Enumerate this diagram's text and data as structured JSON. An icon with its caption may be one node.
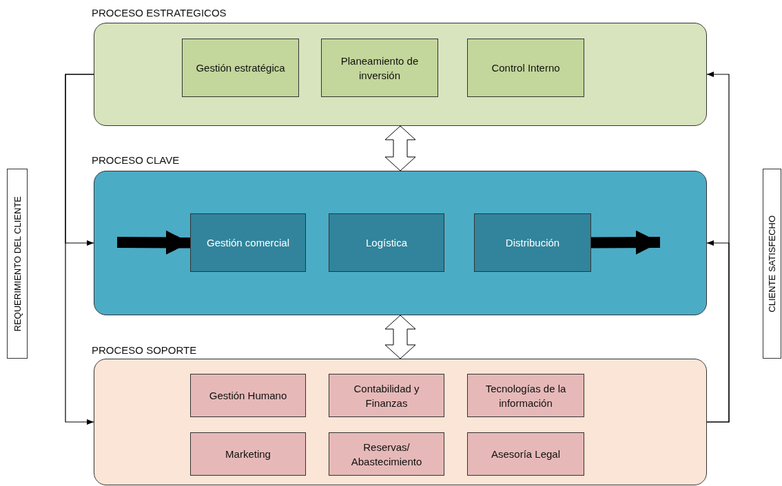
{
  "diagram": {
    "nodes": [
      {
        "text": [
          "PROCESO ESTRATEGICOS"
        ]
      },
      {
        "text": [
          "Gestión estratégica"
        ],
        "in": 0
      },
      {
        "text": [
          "Planeamiento de inversión"
        ],
        "in": 0
      },
      {
        "text": [
          "Control Interno"
        ],
        "in": 0
      },
      {
        "text": [
          "REQUERIMIENTO DEL CLIENTE"
        ]
      },
      {
        "text": [
          "PROCESO CLAVE"
        ]
      },
      {
        "text": [
          "Gestión comercial"
        ],
        "in": 5
      },
      {
        "text": [
          "Logística"
        ],
        "in": 5
      },
      {
        "text": [
          "Distribución"
        ],
        "in": 5
      },
      {
        "text": [
          "CLIENTE SATISFECHO"
        ]
      },
      {
        "text": [
          "PROCESO SOPORTE"
        ]
      },
      {
        "text": [
          "Gestión Humano"
        ],
        "in": 10
      },
      {
        "text": [
          "Contabilidad y Finanzas"
        ],
        "in": 10
      },
      {
        "text": [
          "Tecnologías de la información"
        ],
        "in": 10
      },
      {
        "text": [
          "Marketing"
        ],
        "in": 10
      },
      {
        "text": [
          "Reservas/ Abastecimiento"
        ],
        "in": 10
      },
      {
        "text": [
          "Asesoría Legal"
        ],
        "in": 10
      }
    ],
    "edges": [
      {
        "from": 0,
        "to": 5,
        "arrow": "to"
      },
      {
        "from": 0,
        "to": 10,
        "arrow": "to"
      },
      {
        "from": 10,
        "to": 5,
        "arrow": "to"
      },
      {
        "from": 10,
        "to": 0,
        "arrow": "to"
      },
      {
        "from": 0,
        "to": 5,
        "arrow": "both"
      },
      {
        "from": 5,
        "to": 10,
        "arrow": "both"
      },
      {
        "from": null,
        "to": 6,
        "arrow": "to",
        "style": "thick"
      },
      {
        "from": 8,
        "to": null,
        "arrow": "to",
        "style": "thick"
      }
    ]
  }
}
